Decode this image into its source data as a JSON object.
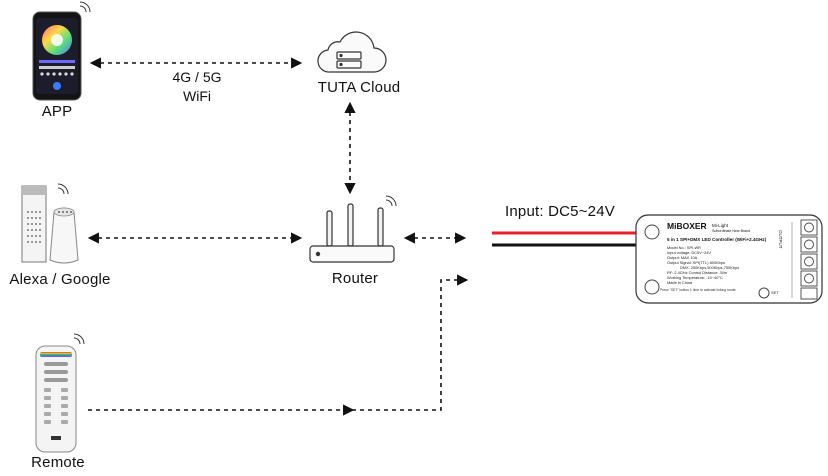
{
  "nodes": {
    "app": {
      "label": "APP"
    },
    "cloud": {
      "label": "TUTA Cloud"
    },
    "alexa": {
      "label": "Alexa / Google"
    },
    "router": {
      "label": "Router"
    },
    "remote": {
      "label": "Remote"
    },
    "controller": {
      "brand": "MiBOXER",
      "subbrand": "Mi-Light",
      "tagline": "Subordinate New Brand",
      "title": "5 in 1 SPI+DMX LED Controller (WiFi+2.4GHz)",
      "specs": [
        "Model No.: SPI-WR",
        "Input voltage: DC5V~24V",
        "Output: MAX 10A",
        "Output Signal: SPI(TTL) 800Kbps",
        "DMX: 250Kbps,500Kbps,750Kbps",
        "RF: 2.4GHz  Control Distance: 30m",
        "Working Temperature: -10~40°C",
        "Made in China"
      ],
      "note": "Press \"SET\" button 1 time to activate linking mode.",
      "set_label": "SET",
      "output_label": "OUTPUT"
    }
  },
  "links": {
    "app_cloud": {
      "line1": "4G / 5G",
      "line2": "WiFi"
    }
  },
  "power": {
    "input_label": "Input:  DC5~24V"
  },
  "colors": {
    "positive_wire": "#e8202a",
    "negative_wire": "#111111",
    "device_stroke": "#444444"
  }
}
